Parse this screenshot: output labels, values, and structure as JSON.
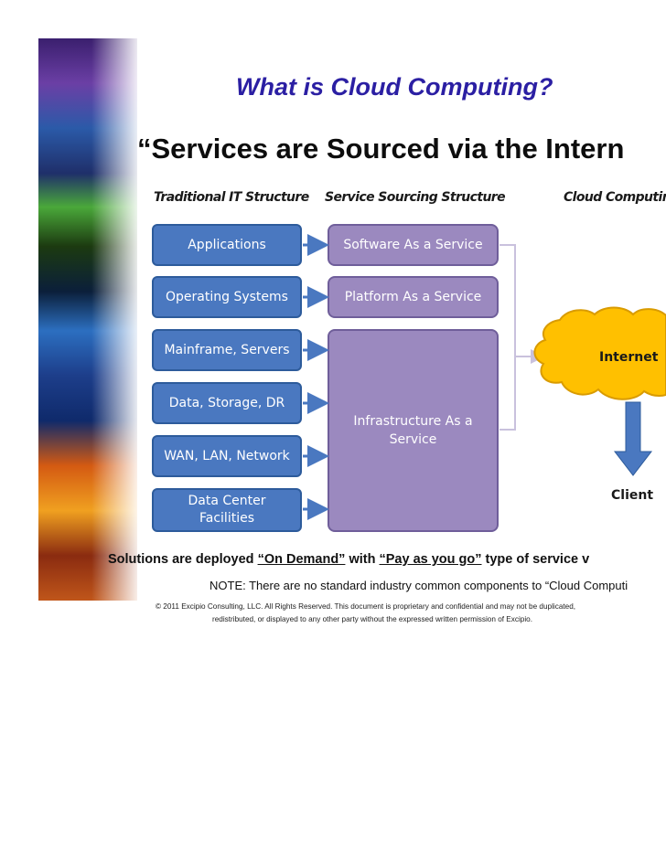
{
  "slide": {
    "title": "What is Cloud Computing?",
    "subtitle": "“Services are Sourced via the Intern"
  },
  "diagram": {
    "headers": {
      "traditional": "Traditional IT Structure",
      "service": "Service Sourcing Structure",
      "cloud": "Cloud Computin"
    },
    "traditional": [
      [
        "Applications"
      ],
      [
        "Operating Systems"
      ],
      [
        "Mainframe, Servers"
      ],
      [
        "Data, Storage, DR"
      ],
      [
        "WAN, LAN, Network"
      ],
      [
        "Data Center",
        "Facilities"
      ]
    ],
    "services": {
      "software": "Software As a Service",
      "platform": "Platform As a Service",
      "infra_line1": "Infrastructure As a",
      "infra_line2": "Service"
    },
    "cloud_label": "Internet",
    "client_label": "Client",
    "colors": {
      "traditional": "#4a78c0",
      "service": "#9b89bf",
      "cloud": "#ffc000",
      "arrow": "#4a78c0"
    }
  },
  "footer": {
    "line1_a": "Solutions are deployed ",
    "line1_b": "“On Demand”",
    "line1_c": " with ",
    "line1_d": "“Pay as you go”",
    "line1_e": " type of service v",
    "note": "NOTE: There are no standard industry common components to “Cloud Computi",
    "copyright1": "© 2011 Excipio Consulting, LLC.  All Rights Reserved.  This document is proprietary and confidential and may not be duplicated,",
    "copyright2": "redistributed, or displayed to any other party without the expressed written permission of Excipio."
  }
}
